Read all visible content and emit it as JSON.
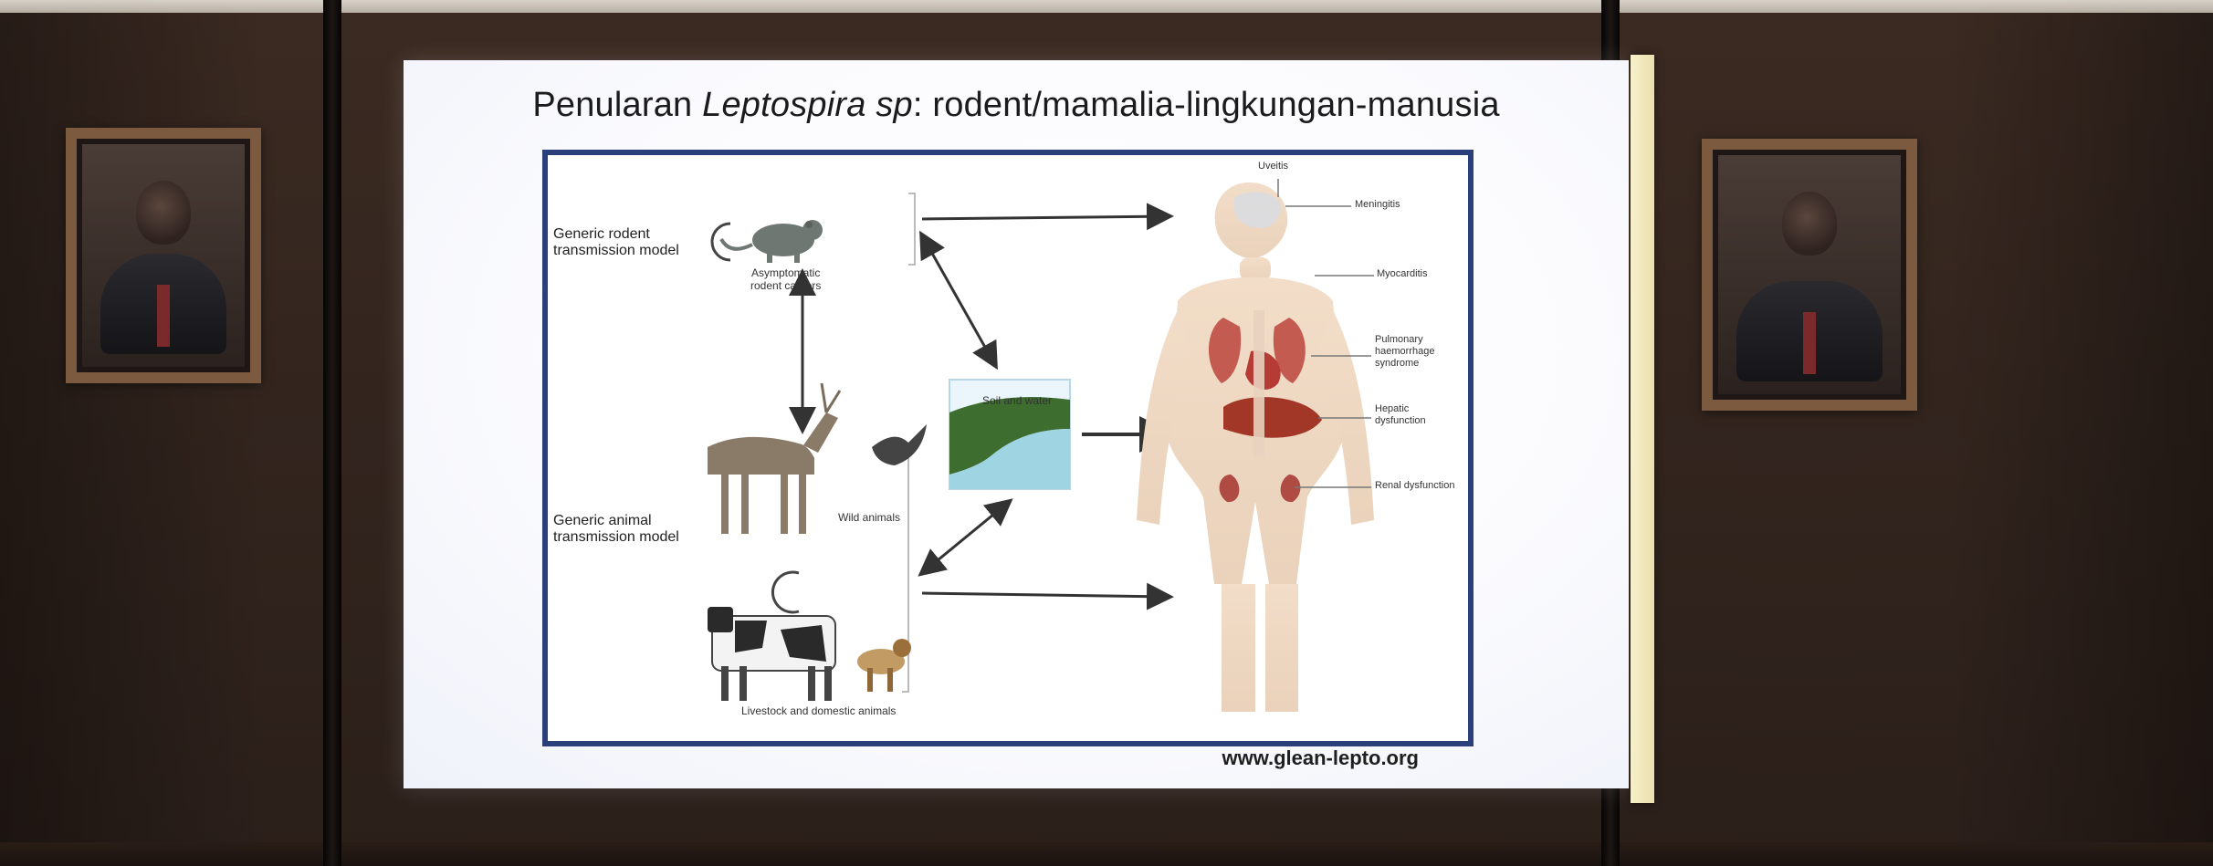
{
  "slide": {
    "title_prefix": "Penularan ",
    "title_italic": "Leptospira sp",
    "title_suffix": ": rodent/mamalia-lingkungan-manusia",
    "url": "www.glean-lepto.org",
    "diagram": {
      "rodent_model_line1": "Generic rodent",
      "rodent_model_line2": "transmission model",
      "rodent_carriers_line1": "Asymptomatic",
      "rodent_carriers_line2": "rodent carriers",
      "animal_model_line1": "Generic animal",
      "animal_model_line2": "transmission model",
      "wild_animals": "Wild animals",
      "livestock": "Livestock and domestic animals",
      "soil_water": "Soil and water",
      "organ_labels": {
        "uveitis": "Uveitis",
        "meningitis": "Meningitis",
        "myocarditis": "Myocarditis",
        "pulmonary_line1": "Pulmonary",
        "pulmonary_line2": "haemorrhage",
        "pulmonary_line3": "syndrome",
        "hepatic_line1": "Hepatic",
        "hepatic_line2": "dysfunction",
        "renal": "Renal dysfunction"
      }
    }
  },
  "colors": {
    "frame_blue": "#2b3f7a",
    "wall_brown": "#33251e",
    "strip_yellow": "#f7f0c9"
  },
  "icons": {
    "rodent": "rat-silhouette",
    "deer": "deer-silhouette",
    "bird": "bird-silhouette",
    "cow": "cow-silhouette",
    "dog": "dog-silhouette",
    "human": "human-body-illustration"
  }
}
